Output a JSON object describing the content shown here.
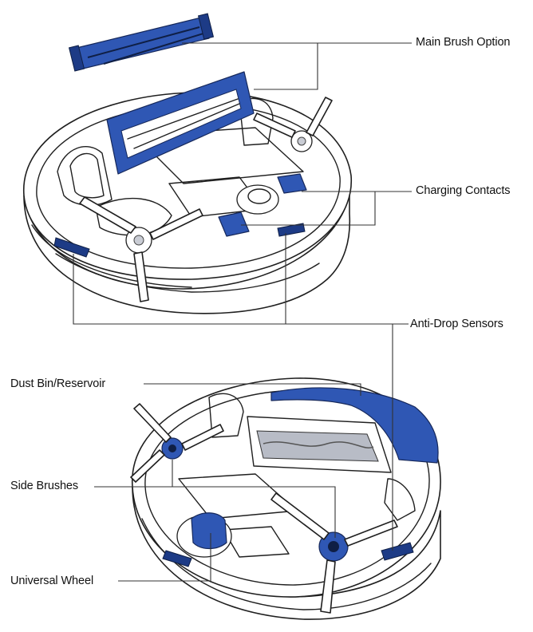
{
  "labels": {
    "main_brush_option": "Main Brush Option",
    "charging_contacts": "Charging Contacts",
    "anti_drop_sensors": "Anti-Drop Sensors",
    "dust_bin_reservoir": "Dust Bin/Reservoir",
    "side_brushes": "Side Brushes",
    "universal_wheel": "Universal Wheel"
  },
  "colors": {
    "part_highlight": "#2f57b4",
    "outline": "#1f1f1f",
    "leader_line": "#333333"
  }
}
